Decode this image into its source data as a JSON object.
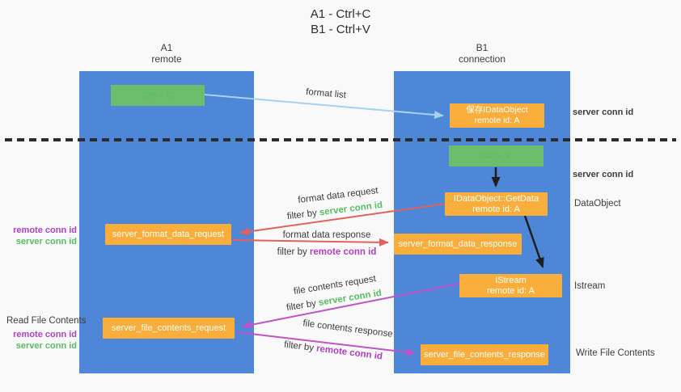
{
  "title": {
    "line1": "A1 - Ctrl+C",
    "line2": "B1 - Ctrl+V"
  },
  "columns": {
    "a1": {
      "name": "A1",
      "subtitle": "remote"
    },
    "b1": {
      "name": "B1",
      "subtitle": "connection"
    }
  },
  "nodes": {
    "ctrl_c": {
      "label": "Ctrl + C"
    },
    "save_idataobject": {
      "line1": "保存IDataObject",
      "line2": "remote id: A"
    },
    "ctrl_v": {
      "label": "Ctrl + V"
    },
    "getdata": {
      "line1": "IDataObject::GetData",
      "line2": "remote id: A"
    },
    "format_request": {
      "label": "server_format_data_request"
    },
    "format_response": {
      "label": "server_format_data_response"
    },
    "istream": {
      "line1": "IStream",
      "line2": "remote id: A"
    },
    "file_request": {
      "label": "server_file_contents_request"
    },
    "file_response": {
      "label": "server_file_contents_response"
    }
  },
  "edge_labels": {
    "format_list": "format list",
    "format_data_request": "format data request",
    "format_data_response": "format data response",
    "file_contents_request": "file contents request",
    "file_contents_response": "file contents response",
    "filter_by": "filter by ",
    "server_conn_id": "server conn id",
    "remote_conn_id": "remote conn id"
  },
  "side_labels": {
    "right_server_conn_id_1": "server conn id",
    "right_server_conn_id_2": "server conn id",
    "right_dataobject": "DataObject",
    "right_istream": "Istream",
    "right_write_file_contents": "Write File Contents",
    "left_remote_conn_id_1": "remote conn id",
    "left_server_conn_id_1": "server conn id",
    "left_read_file_contents": "Read File Contents",
    "left_remote_conn_id_2": "remote conn id",
    "left_server_conn_id_2": "server conn id"
  },
  "colors": {
    "background": "#f9f9f9",
    "column_blue": "#4e86d8",
    "green_box": "#6cbe6d",
    "orange_box": "#f9ae3c",
    "green_text": "#57bd61",
    "purple_text": "#b13fc4",
    "arrow_blue": "#a7d2ee",
    "arrow_red": "#e2615c",
    "arrow_magenta": "#c152c8",
    "arrow_black": "#1f1f1f",
    "dark_text": "#3c3c3c"
  }
}
